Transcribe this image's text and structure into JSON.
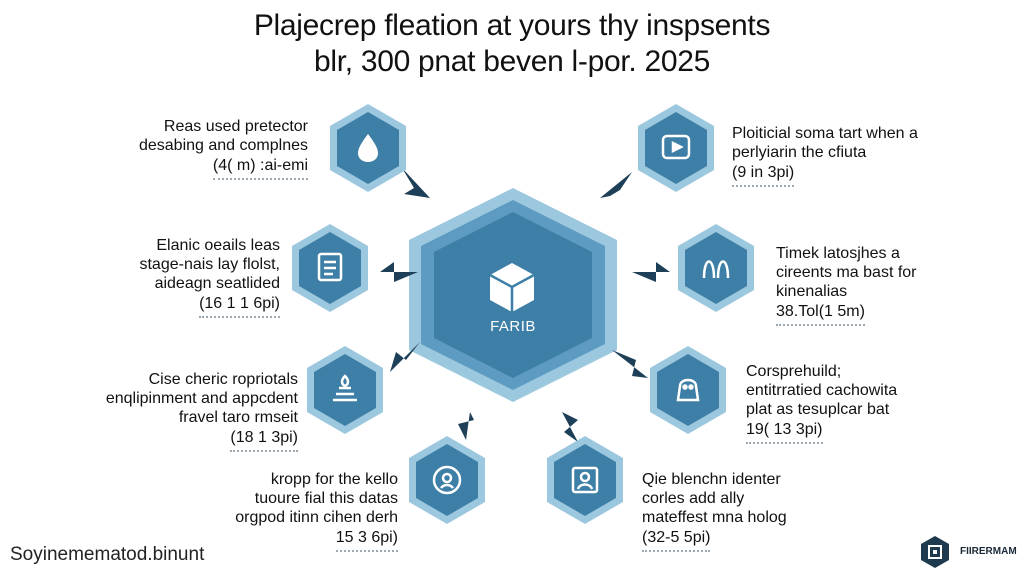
{
  "title": {
    "line1": "Plajecrep fleation at yours thy inspsents",
    "line2": "blr, 300 pnat beven l-por. 2025"
  },
  "center": {
    "label": "FARIB",
    "icon": "package-box-icon"
  },
  "nodes": [
    {
      "lines": [
        "Reas used pretector",
        "desabing and complnes"
      ],
      "sub": "(4( m) :ai-emi",
      "icon": "drop-leaf-icon"
    },
    {
      "lines": [
        "Elanic oeails leas",
        "stage-nais lay flolst,",
        "aideagn seatlided"
      ],
      "sub": "(16 1 1 6pi)",
      "icon": "document-icon"
    },
    {
      "lines": [
        "Cise cheric ropriotals",
        "enqlipinment and appcdent",
        "fravel taro rmseit"
      ],
      "sub": "(18 1 3pi)",
      "icon": "stack-icon"
    },
    {
      "lines": [
        "kropp for the kello",
        "tuoure fial this datas",
        "orgpod itinn cihen derh"
      ],
      "sub": "15 3 6pi)",
      "icon": "badge-icon"
    },
    {
      "lines": [
        "Qie blenchn identer",
        "corles add ally",
        "mateffest mna holog"
      ],
      "sub": "(32-5 5pi)",
      "icon": "person-box-icon"
    },
    {
      "lines": [
        "Corsprehuild;",
        "entitrratied cachowita",
        "plat as tesuplcar bat"
      ],
      "sub": "19( 13 3pi)",
      "icon": "robot-icon"
    },
    {
      "lines": [
        "Timek latosjhes a",
        "cireents ma bast for",
        "kinenalias"
      ],
      "sub": "38.Tol(1 5m)",
      "icon": "people-icon"
    },
    {
      "lines": [
        "Ploiticial soma tart when a",
        "perlyiarin the cfiuta"
      ],
      "sub": "(9 in 3pi)",
      "icon": "play-monitor-icon"
    }
  ],
  "footer": {
    "left": "Soyinemematod.binunt",
    "right": "FIIRERMAM"
  },
  "colors": {
    "primary": "#3d7fa6",
    "light": "#8fbfd8",
    "dark": "#1e3a4f",
    "arrow": "#1d3f57"
  }
}
